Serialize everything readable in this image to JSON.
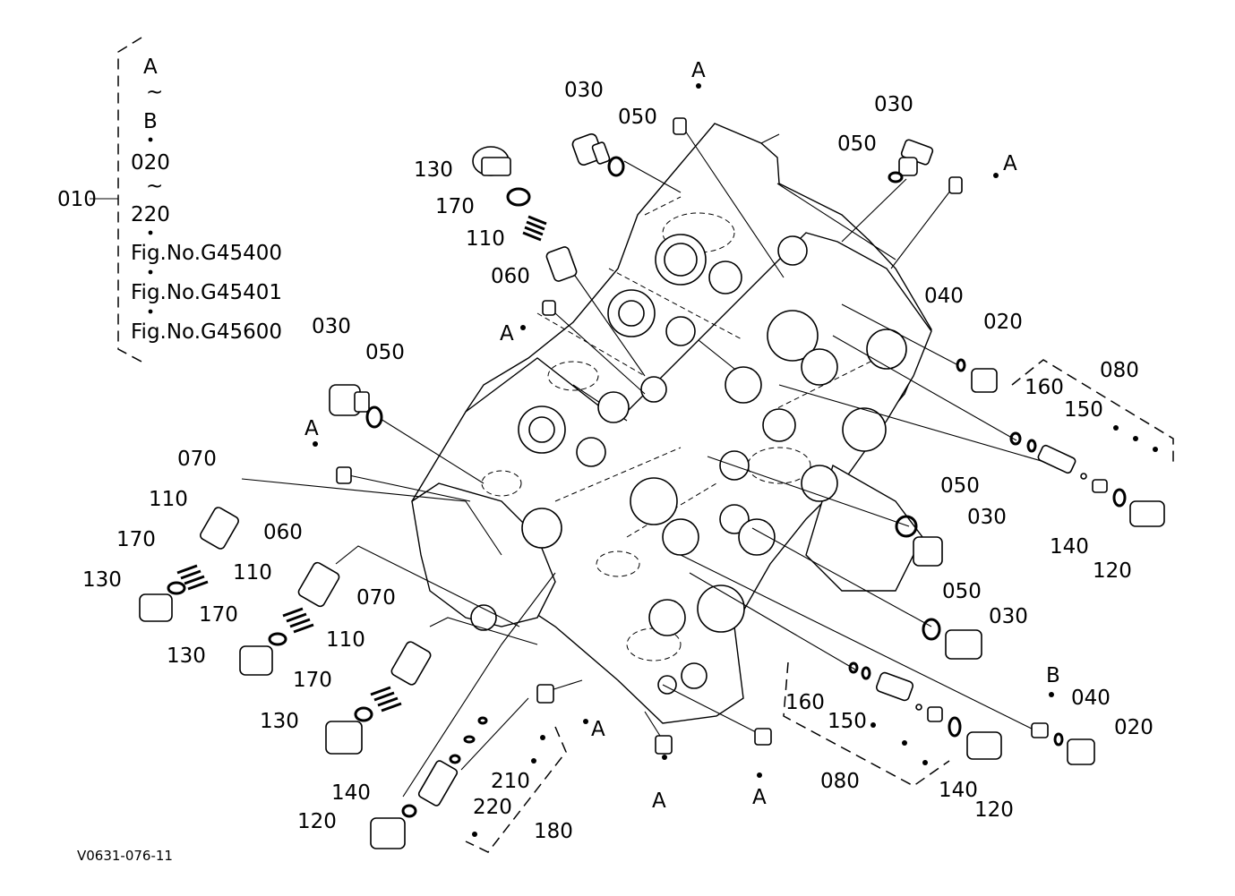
{
  "drawing_code": "V0631-076-11",
  "bracket_010": {
    "ref": "010",
    "items": [
      "A",
      "~",
      "B",
      "020",
      "~",
      "220",
      "Fig.No.G45400",
      "Fig.No.G45401",
      "Fig.No.G45600"
    ]
  },
  "callouts": [
    {
      "id": "c1",
      "text": "030"
    },
    {
      "id": "c2",
      "text": "050"
    },
    {
      "id": "c3",
      "text": "A"
    },
    {
      "id": "c4",
      "text": "030"
    },
    {
      "id": "c5",
      "text": "050"
    },
    {
      "id": "c6",
      "text": "A"
    },
    {
      "id": "c7",
      "text": "130"
    },
    {
      "id": "c8",
      "text": "170"
    },
    {
      "id": "c9",
      "text": "110"
    },
    {
      "id": "c10",
      "text": "060"
    },
    {
      "id": "c11",
      "text": "A"
    },
    {
      "id": "c12",
      "text": "040"
    },
    {
      "id": "c13",
      "text": "020"
    },
    {
      "id": "c14",
      "text": "080"
    },
    {
      "id": "c15",
      "text": "160"
    },
    {
      "id": "c16",
      "text": "150"
    },
    {
      "id": "c17",
      "text": "140"
    },
    {
      "id": "c18",
      "text": "120"
    },
    {
      "id": "c19",
      "text": "030"
    },
    {
      "id": "c20",
      "text": "050"
    },
    {
      "id": "c21",
      "text": "A"
    },
    {
      "id": "c22",
      "text": "070"
    },
    {
      "id": "c23",
      "text": "110"
    },
    {
      "id": "c24",
      "text": "170"
    },
    {
      "id": "c25",
      "text": "130"
    },
    {
      "id": "c26",
      "text": "060"
    },
    {
      "id": "c27",
      "text": "110"
    },
    {
      "id": "c28",
      "text": "170"
    },
    {
      "id": "c29",
      "text": "130"
    },
    {
      "id": "c30",
      "text": "070"
    },
    {
      "id": "c31",
      "text": "110"
    },
    {
      "id": "c32",
      "text": "170"
    },
    {
      "id": "c33",
      "text": "130"
    },
    {
      "id": "c34",
      "text": "050"
    },
    {
      "id": "c35",
      "text": "030"
    },
    {
      "id": "c36",
      "text": "050"
    },
    {
      "id": "c37",
      "text": "030"
    },
    {
      "id": "c38",
      "text": "B"
    },
    {
      "id": "c39",
      "text": "040"
    },
    {
      "id": "c40",
      "text": "020"
    },
    {
      "id": "c41",
      "text": "160"
    },
    {
      "id": "c42",
      "text": "150"
    },
    {
      "id": "c43",
      "text": "080"
    },
    {
      "id": "c44",
      "text": "140"
    },
    {
      "id": "c45",
      "text": "120"
    },
    {
      "id": "c46",
      "text": "A"
    },
    {
      "id": "c47",
      "text": "A"
    },
    {
      "id": "c48",
      "text": "A"
    },
    {
      "id": "c49",
      "text": "210"
    },
    {
      "id": "c50",
      "text": "220"
    },
    {
      "id": "c51",
      "text": "180"
    },
    {
      "id": "c52",
      "text": "140"
    },
    {
      "id": "c53",
      "text": "120"
    }
  ]
}
